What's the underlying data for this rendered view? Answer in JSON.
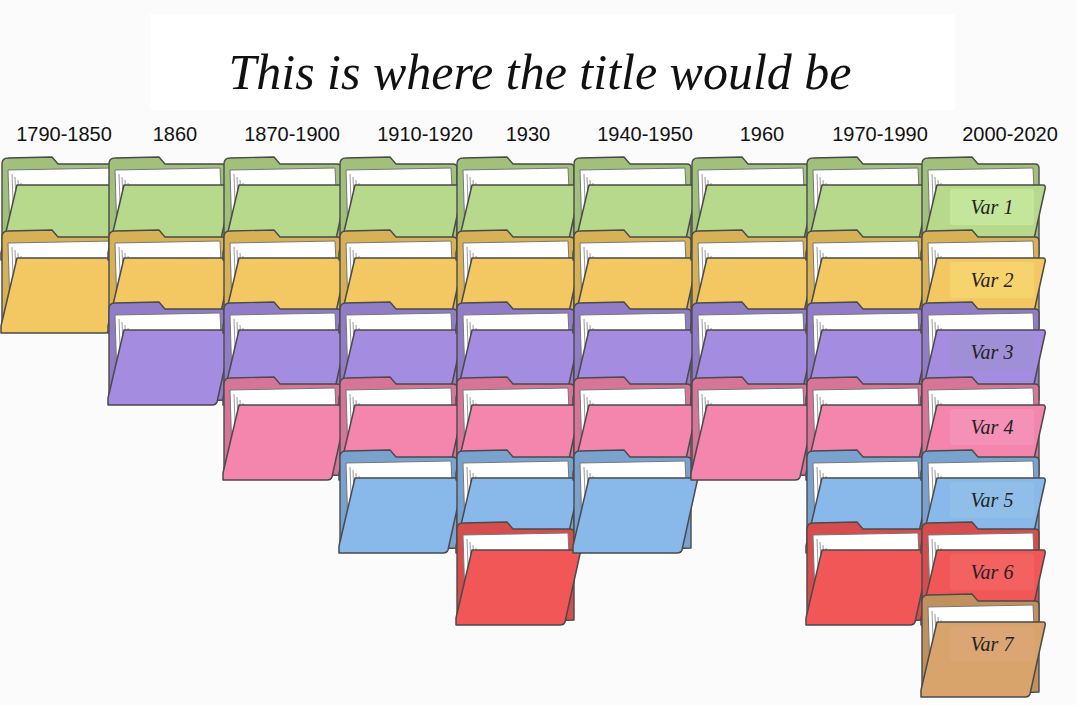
{
  "diagram": {
    "title": "This is where the title would be",
    "nodes": [
      {
        "text": [
          "Var 1"
        ]
      },
      {
        "text": [
          "Var 2"
        ]
      },
      {
        "text": [
          "Var 3"
        ]
      },
      {
        "text": [
          "Var 4"
        ]
      },
      {
        "text": [
          "Var 5"
        ]
      },
      {
        "text": [
          "Var 6"
        ]
      },
      {
        "text": [
          "Var 7"
        ]
      }
    ],
    "labels": [
      "1790-1850",
      "1860",
      "1870-1900",
      "1910-1920",
      "1930",
      "1940-1950",
      "1960",
      "1970-1990",
      "2000-2020"
    ]
  }
}
